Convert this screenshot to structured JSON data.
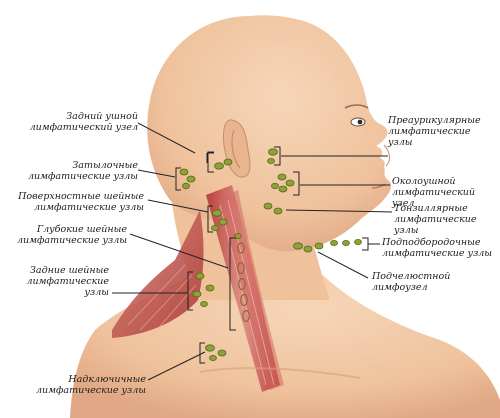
{
  "labels": {
    "posterior_auricular": "Задний ушной\nлимфатический узел",
    "occipital": "Затылочные\nлимфатические узлы",
    "superficial_cervical": "Поверхностные шейные\nлимфатические узлы",
    "deep_cervical": "Глубокие шейные\nлимфатические узлы",
    "posterior_cervical": "Задние шейные\nлимфатические узлы",
    "supraclavicular": "Надключичные\nлимфатические узлы",
    "preauricular": "Преаурикулярные\nлимфатические узлы",
    "parotid": "Околоушной\nлимфатический узел",
    "tonsillar": "Тонзиллярные\nлимфатические узлы",
    "submental": "Подподбородочные\nлимфатические узлы",
    "submandibular": "Подчелюстной\nлимфоузел"
  },
  "colors": {
    "skin": "#f2c8a4",
    "skin_shadow": "#e0a884",
    "muscle": "#c8564f",
    "muscle_light": "#e29a8e",
    "node": "#8fa23a"
  }
}
